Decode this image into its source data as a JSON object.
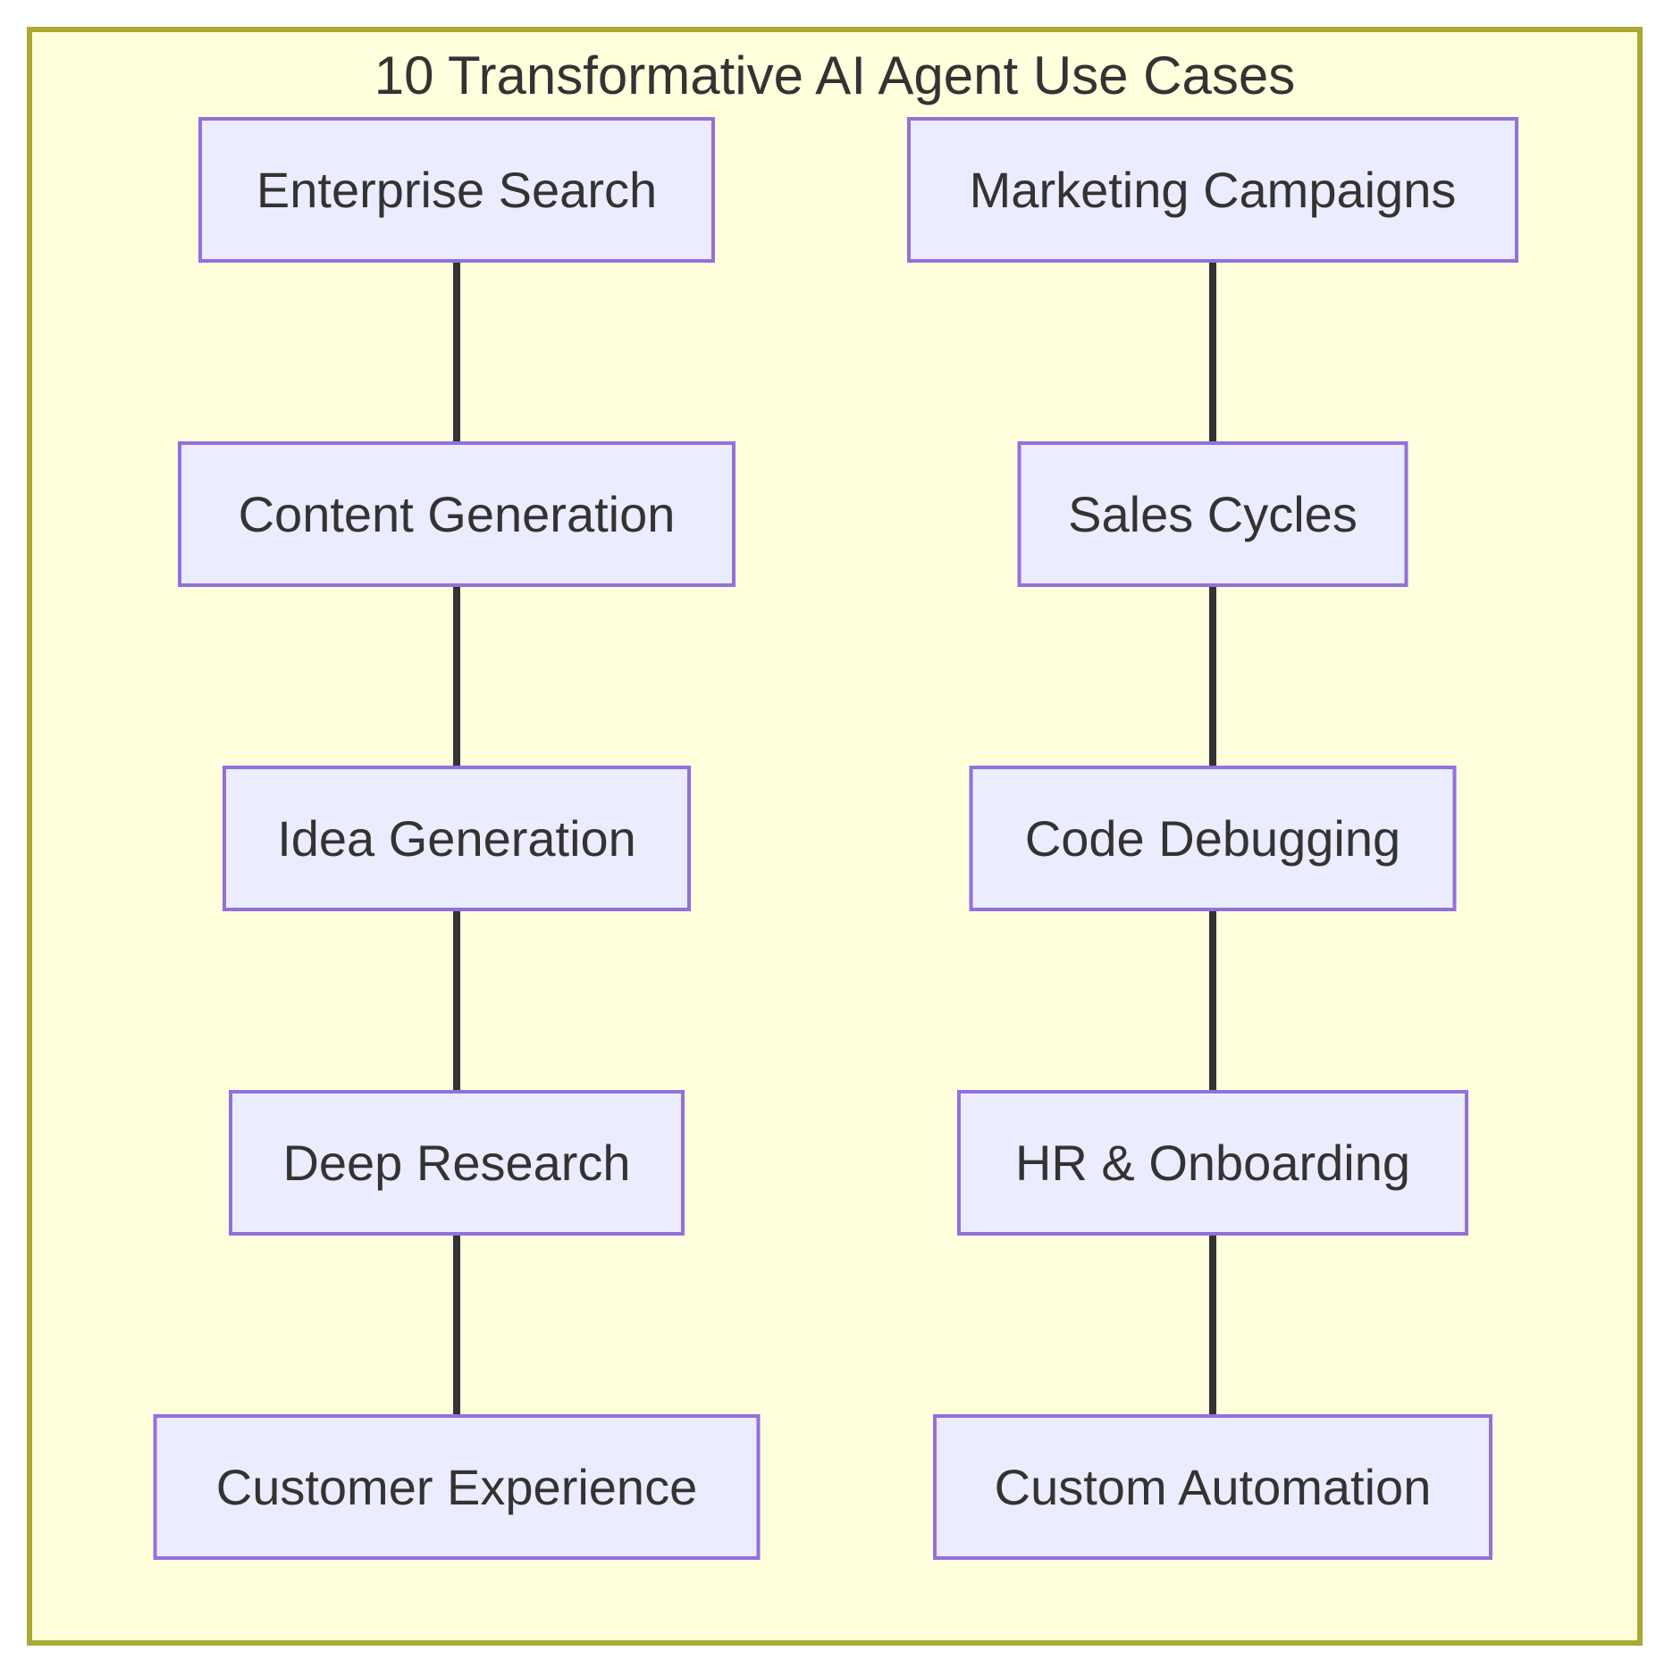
{
  "diagram": {
    "title": "10 Transformative AI Agent Use Cases",
    "columns": [
      {
        "name": "left",
        "items": [
          "Enterprise Search",
          "Content Generation",
          "Idea Generation",
          "Deep Research",
          "Customer Experience"
        ]
      },
      {
        "name": "right",
        "items": [
          "Marketing Campaigns",
          "Sales Cycles",
          "Code Debugging",
          "HR & Onboarding",
          "Custom Automation"
        ]
      }
    ],
    "colors": {
      "frame_background": "#ffffde",
      "frame_border": "#aaaa33",
      "node_fill": "#ececff",
      "node_border": "#9370db",
      "edge_line": "#333333",
      "text": "#333333"
    }
  }
}
